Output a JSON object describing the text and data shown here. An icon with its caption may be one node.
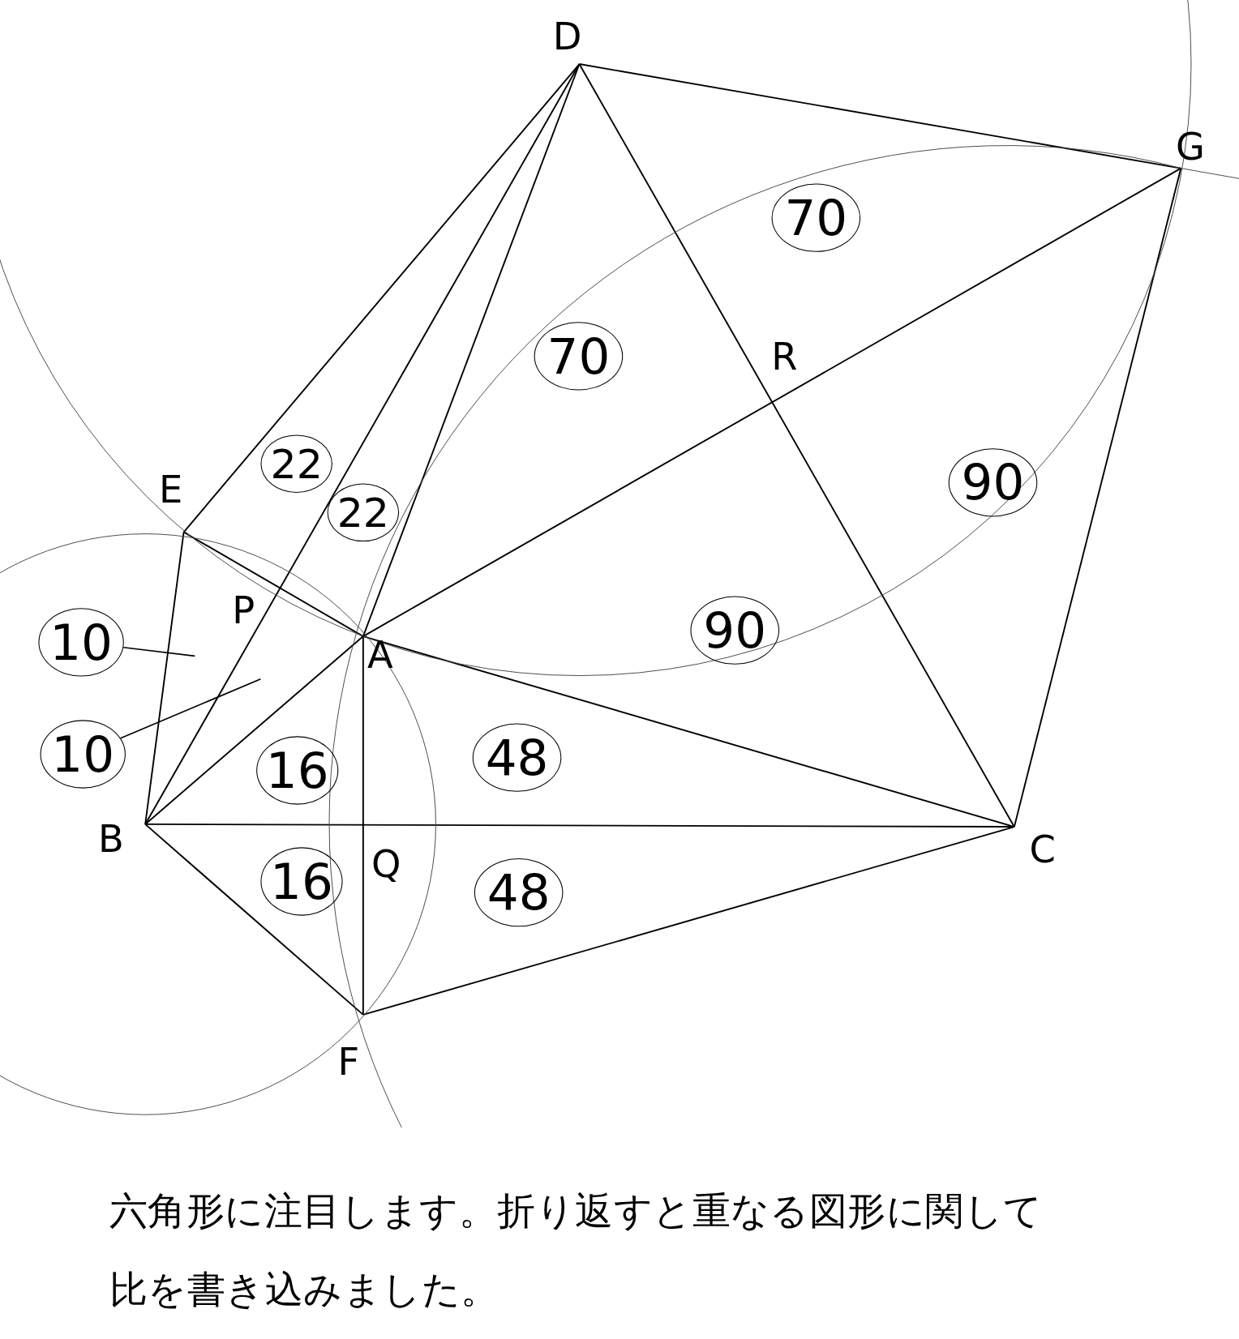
{
  "diagram": {
    "caption": "六角形に注目します。折り返すと重なる図形に関して比を書き込みました。",
    "nodes": [
      {
        "text": [
          "70"
        ]
      },
      {
        "text": [
          "70"
        ]
      },
      {
        "text": [
          "22"
        ]
      },
      {
        "text": [
          "22"
        ]
      },
      {
        "text": [
          "90"
        ]
      },
      {
        "text": [
          "90"
        ]
      },
      {
        "text": [
          "10"
        ]
      },
      {
        "text": [
          "10"
        ]
      },
      {
        "text": [
          "48"
        ]
      },
      {
        "text": [
          "16"
        ]
      },
      {
        "text": [
          "16"
        ]
      },
      {
        "text": [
          "48"
        ]
      }
    ],
    "edges": [
      {
        "from": 6,
        "to": null,
        "arrow": "none"
      },
      {
        "from": 7,
        "to": null,
        "arrow": "none"
      }
    ],
    "labels": [
      "D",
      "G",
      "R",
      "E",
      "P",
      "A",
      "B",
      "Q",
      "C",
      "F"
    ]
  }
}
